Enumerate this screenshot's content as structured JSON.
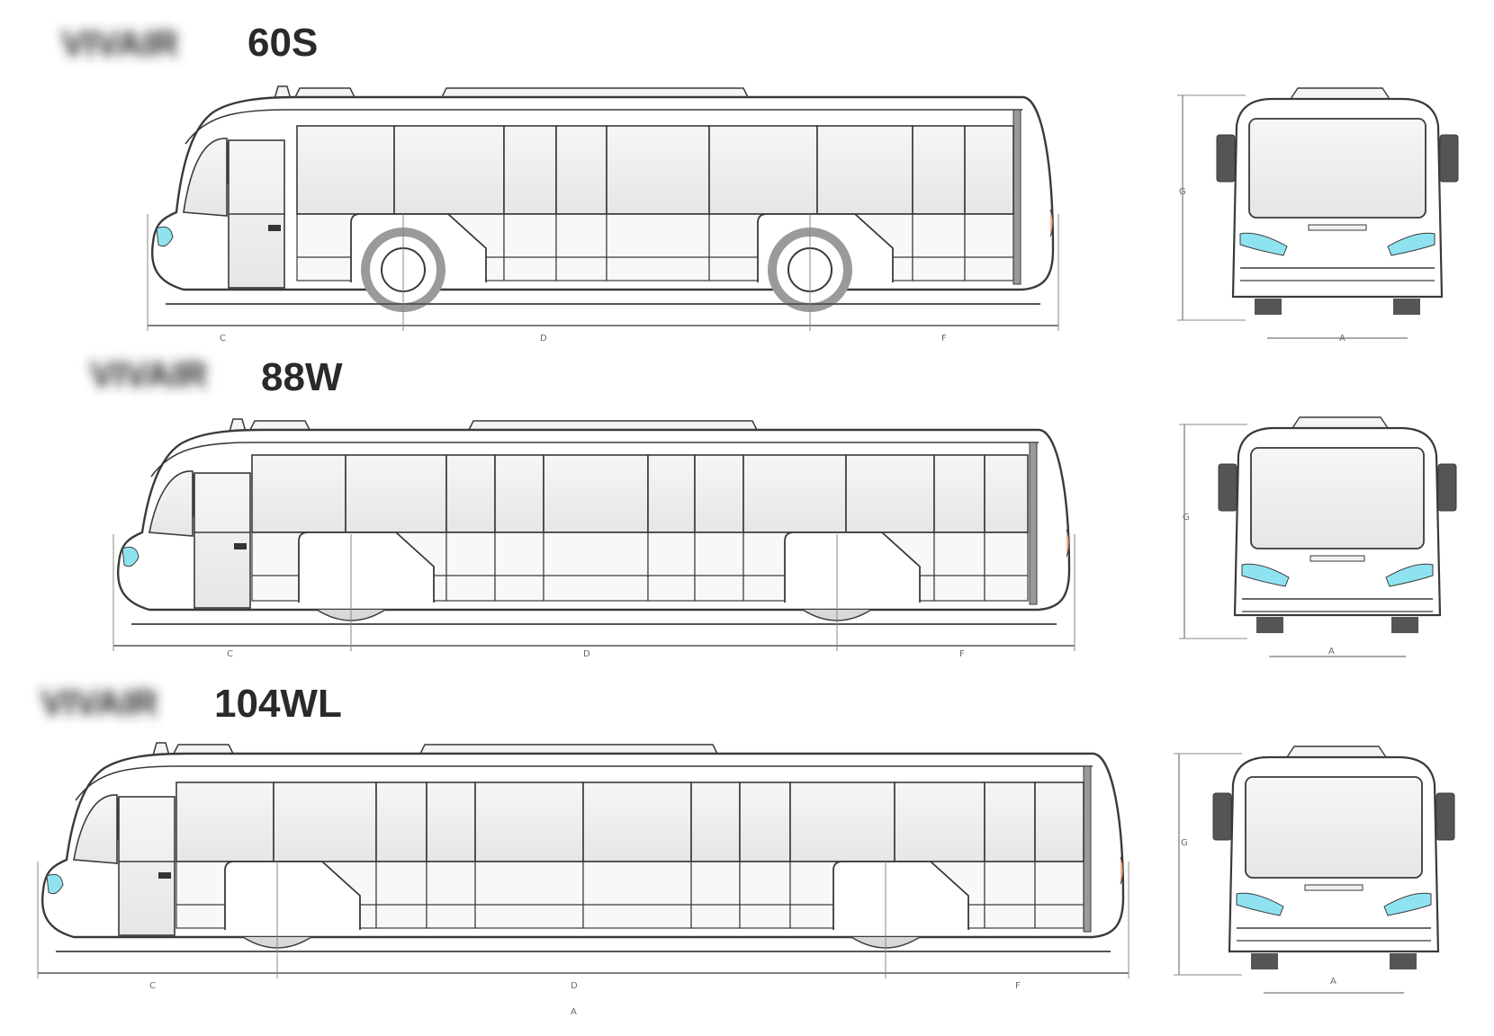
{
  "models": [
    {
      "id": "60s",
      "brand": "VIVAIR",
      "name": "60S",
      "dims": {
        "front_overhang": "C",
        "wheelbase": "D",
        "rear_overhang": "F",
        "width": "A",
        "height": "G"
      }
    },
    {
      "id": "88w",
      "brand": "VIVAIR",
      "name": "88W",
      "dims": {
        "front_overhang": "C",
        "wheelbase": "D",
        "rear_overhang": "F",
        "width": "A",
        "height": "G"
      }
    },
    {
      "id": "104wl",
      "brand": "VIVAIR",
      "name": "104WL",
      "dims": {
        "front_overhang": "C",
        "wheelbase": "D",
        "rear_overhang": "F",
        "total_length": "A",
        "width": "A",
        "height": "G"
      }
    }
  ],
  "colors": {
    "line": "#3a3a3a",
    "glass": "#efefef",
    "headlight": "#8fe3f0",
    "taillight": "#f0b08a",
    "tire": "#9a9a9a"
  }
}
